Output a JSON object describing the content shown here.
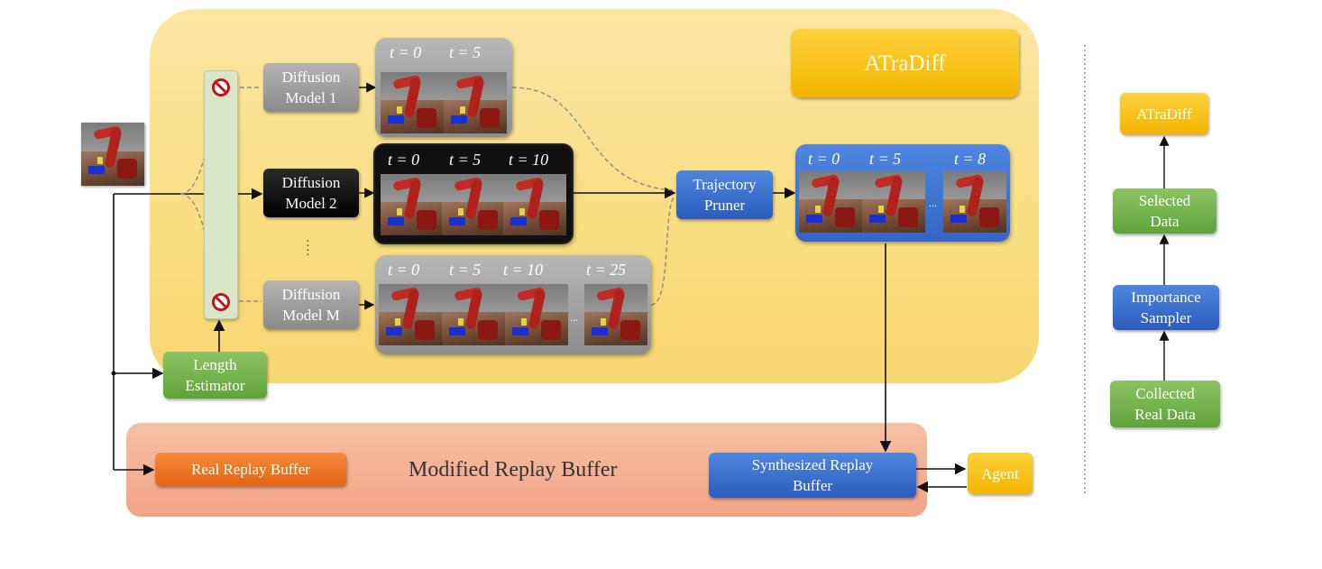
{
  "diagram": {
    "title": "ATraDiff",
    "models": [
      {
        "label_line1": "Diffusion",
        "label_line2": "Model 1",
        "timesteps": [
          "t = 0",
          "t = 5"
        ]
      },
      {
        "label_line1": "Diffusion",
        "label_line2": "Model 2",
        "timesteps": [
          "t = 0",
          "t = 5",
          "t = 10"
        ]
      },
      {
        "label_line1": "Diffusion",
        "label_line2": "Model M",
        "timesteps": [
          "t = 0",
          "t = 5",
          "t = 10",
          "t = 25"
        ]
      }
    ],
    "pruner": {
      "line1": "Trajectory",
      "line2": "Pruner"
    },
    "output_timesteps": [
      "t = 0",
      "t = 5",
      "t = 8"
    ],
    "length_estimator": {
      "line1": "Length",
      "line2": "Estimator"
    },
    "replay": {
      "container_label": "Modified Replay Buffer",
      "real": "Real Replay Buffer",
      "synth_line1": "Synthesized Replay",
      "synth_line2": "Buffer"
    },
    "agent": "Agent",
    "ellipsis": "..."
  },
  "pipeline": {
    "top": "ATraDiff",
    "selected": {
      "line1": "Selected",
      "line2": "Data"
    },
    "sampler": {
      "line1": "Importance",
      "line2": "Sampler"
    },
    "collected": {
      "line1": "Collected",
      "line2": "Real Data"
    }
  },
  "colors": {
    "yellow_bg": "#f9de84",
    "salmon_bg": "#f1a385",
    "blue": "#3565c6",
    "green": "#5fa33a",
    "orange": "#e06510",
    "gold": "#f3b400",
    "block_red": "#c0161a"
  }
}
